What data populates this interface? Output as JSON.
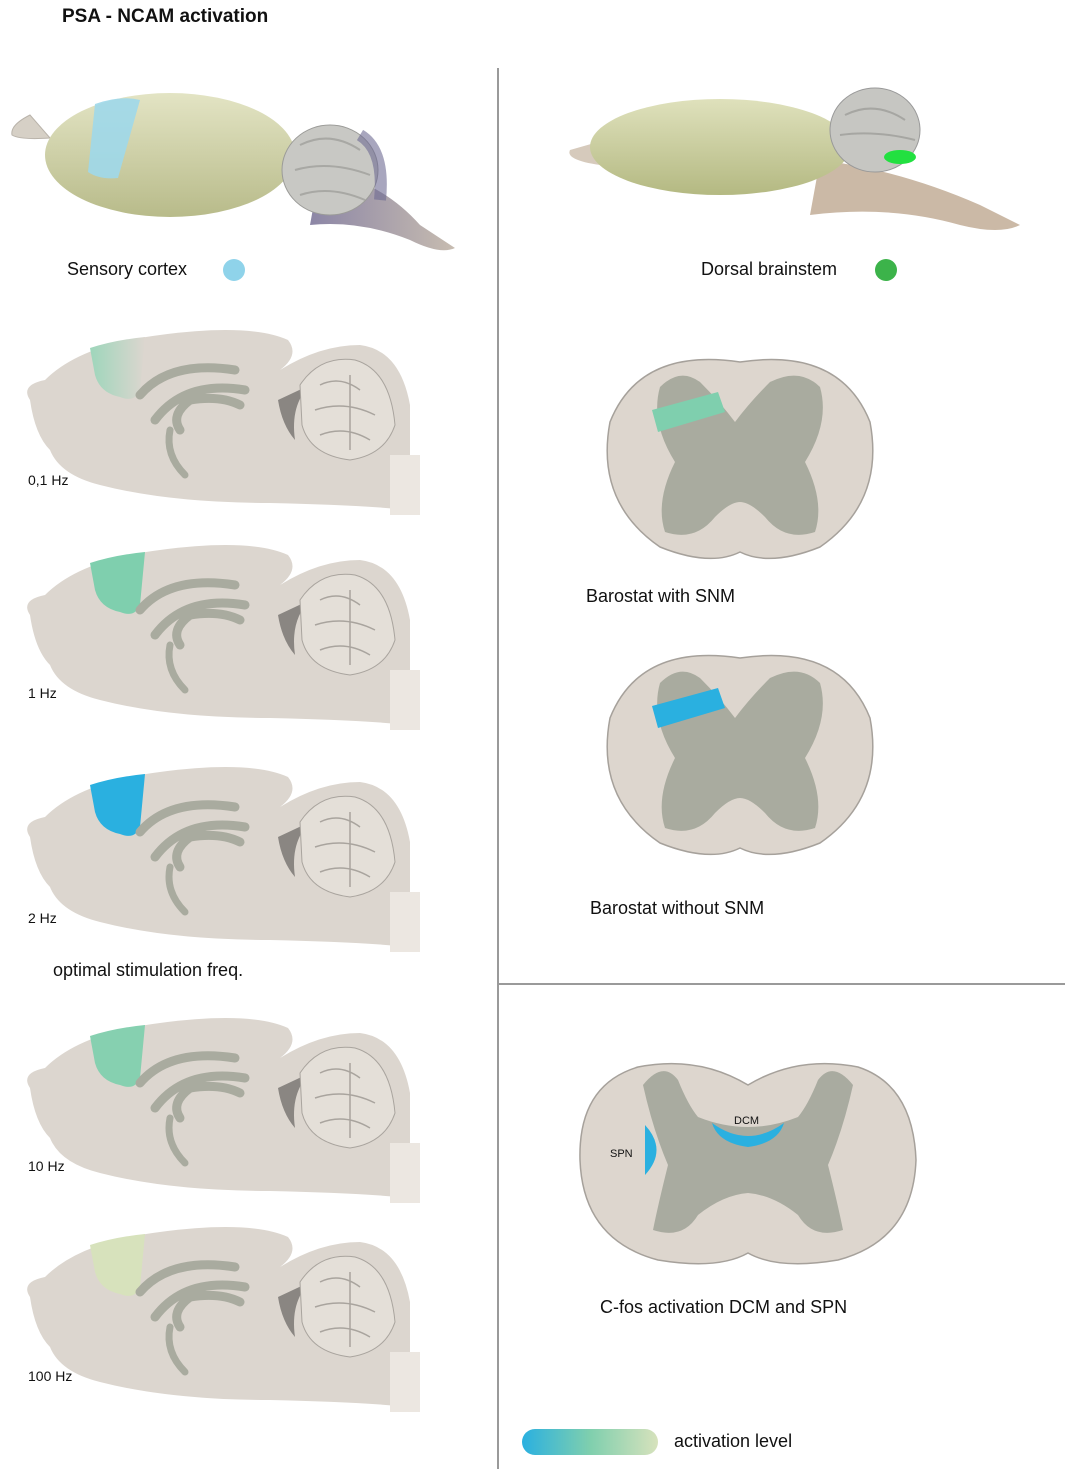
{
  "title": "PSA - NCAM activation",
  "left_panel": {
    "top_label": "Sensory cortex",
    "top_dot_color": "#8fd3ea",
    "brains": [
      {
        "label": "0,1 Hz",
        "color": "#9ed6bb",
        "fade": true
      },
      {
        "label": "1 Hz",
        "color": "#7fcfae",
        "fade": false
      },
      {
        "label": "2 Hz",
        "color": "#2ab0e0",
        "fade": false
      },
      {
        "label": "10 Hz",
        "color": "#86d0b0",
        "fade": false
      },
      {
        "label": "100 Hz",
        "color": "#d7e2bc",
        "fade": false
      }
    ],
    "optimal_note": "optimal stimulation freq."
  },
  "right_panel": {
    "top_label": "Dorsal brainstem",
    "top_dot_color": "#3cb34a",
    "sections": [
      {
        "label": "Barostat with SNM",
        "color": "#7fcfae"
      },
      {
        "label": "Barostat without SNM",
        "color": "#2ab0e0"
      }
    ],
    "cfos": {
      "label": "C-fos activation DCM and SPN",
      "dcm": "DCM",
      "spn": "SPN",
      "color": "#2ab0e0"
    }
  },
  "legend": {
    "label": "activation level",
    "from": "#2ab0e0",
    "to": "#d7e2bc"
  }
}
